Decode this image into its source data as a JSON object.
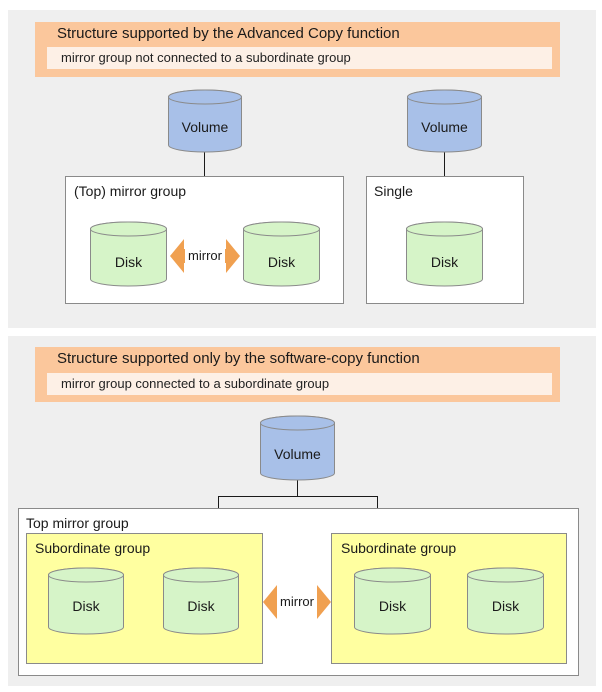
{
  "top_section": {
    "title": "Structure supported by the Advanced Copy function",
    "subtitle": "mirror group not connected to a subordinate group",
    "volume_left": "Volume",
    "volume_right": "Volume",
    "mirror_group_label": "(Top) mirror group",
    "single_label": "Single",
    "disk_1": "Disk",
    "disk_2": "Disk",
    "disk_3": "Disk",
    "arrow_label": "mirror"
  },
  "bottom_section": {
    "title": "Structure supported only by the software-copy function",
    "subtitle": "mirror group connected to a subordinate group",
    "volume": "Volume",
    "top_mirror_group_label": "Top mirror group",
    "subgroup_left_label": "Subordinate group",
    "subgroup_right_label": "Subordinate group",
    "disk_1": "Disk",
    "disk_2": "Disk",
    "disk_3": "Disk",
    "disk_4": "Disk",
    "arrow_label": "mirror"
  },
  "colors": {
    "panel_bg": "#efefef",
    "banner": "#fbc79c",
    "banner_sub": "#fdf0e6",
    "volume_cylinder": "#a8c0e8",
    "disk_cylinder": "#d6f4c8",
    "subgroup_fill": "#ffffa0",
    "arrow": "#f0a050"
  }
}
